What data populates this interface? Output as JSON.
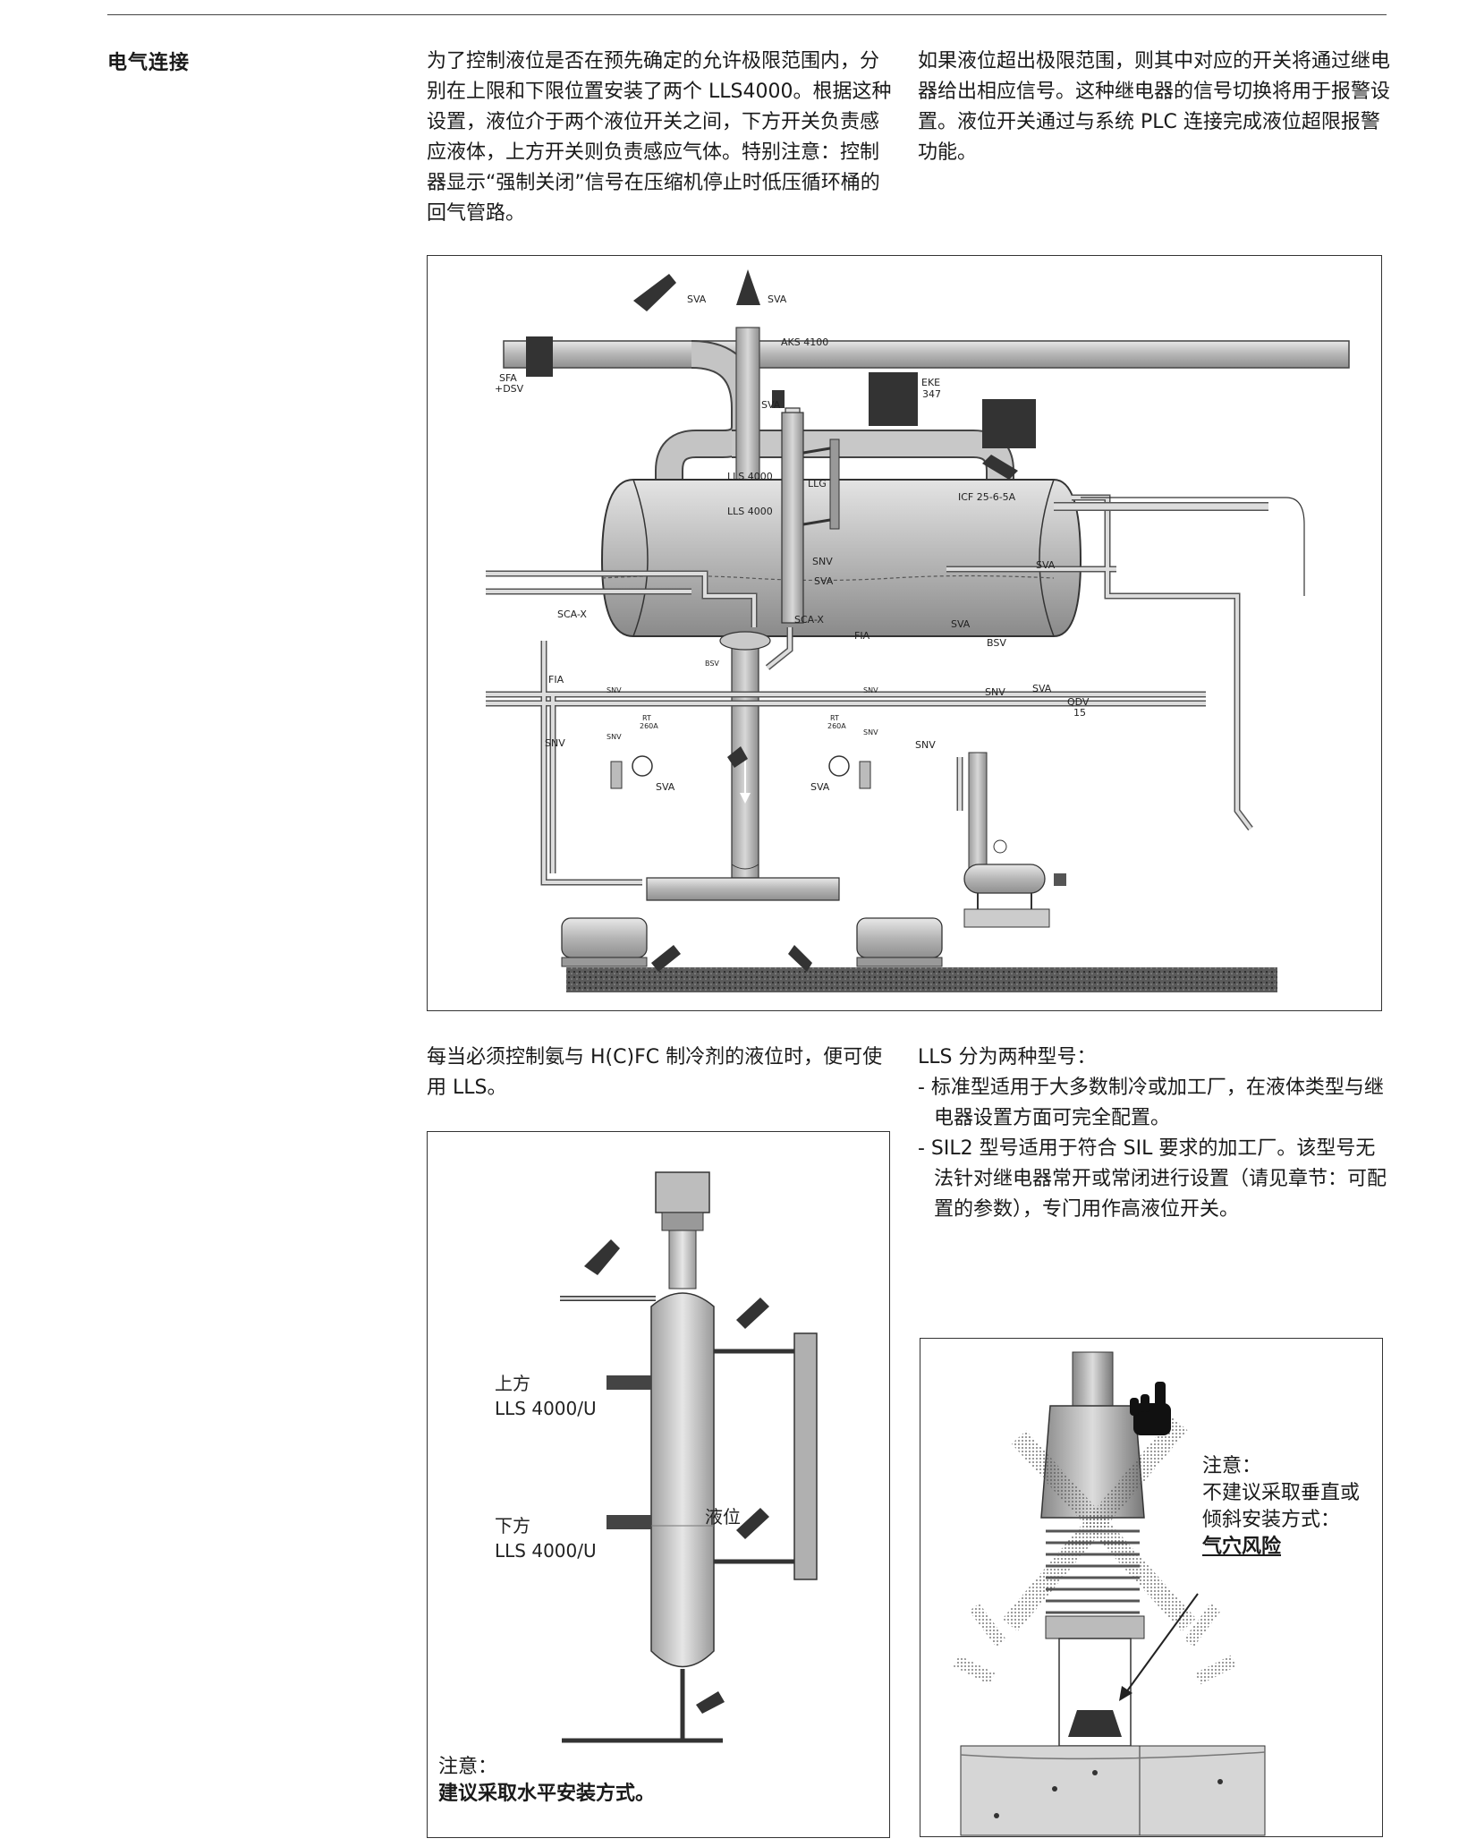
{
  "section_title": "电气连接",
  "paragraphs": {
    "p1": "为了控制液位是否在预先确定的允许极限范围内，分别在上限和下限位置安装了两个 LLS4000。根据这种设置，液位介于两个液位开关之间，下方开关负责感应液体，上方开关则负责感应气体。特别注意：控制器显示“强制关闭”信号在压缩机停止时低压循环桶的回气管路。",
    "p2": "如果液位超出极限范围，则其中对应的开关将通过继电器给出相应信号。这种继电器的信号切换将用于报警设置。液位开关通过与系统 PLC 连接完成液位超限报警功能。",
    "p3": "每当必须控制氨与 H(C)FC 制冷剂的液位时，便可使用 LLS。",
    "p4_intro": "LLS 分为两种型号：",
    "p4_bullet1": "- 标准型适用于大多数制冷或加工厂，在液体类型与继电器设置方面可完全配置。",
    "p4_bullet2": "- SIL2 型号适用于符合 SIL 要求的加工厂。该型号无法针对继电器常开或常闭进行设置（请见章节：可配置的参数），专门用作高液位开关。"
  },
  "diagram1": {
    "labels": {
      "sva_top_left": "SVA",
      "sva_top_right": "SVA",
      "aks": "AKS 4100",
      "sfa_line1": "SFA",
      "sfa_line2": "+DSV",
      "eke_line1": "EKE",
      "eke_line2": "347",
      "sva_tank": "SVA",
      "lls_upper": "LLS 4000",
      "lls_lower": "LLS 4000",
      "llg": "LLG",
      "icf": "ICF 25-6-5A",
      "snv_mid": "SNV",
      "sva_mid": "SVA",
      "sva_right_top": "SVA",
      "scax_left": "SCA-X",
      "scax_right": "SCA-X",
      "sva_right_mid": "SVA",
      "fia_right": "FIA",
      "bsv_right": "BSV",
      "bsv_mid": "BSV",
      "fia_left": "FIA",
      "snv_left_top": "SNV",
      "rt_left_line1": "RT",
      "rt_left_line2": "260A",
      "snv_left_bot": "SNV",
      "rt_right_line1": "RT",
      "rt_right_line2": "260A",
      "snv_right_top": "SNV",
      "snv_right_bot": "SNV",
      "snv_far_left": "SNV",
      "snv_far_right": "SNV",
      "snv_qdv": "SNV",
      "sva_qdv": "SVA",
      "qdv_line1": "QDV",
      "qdv_line2": "15",
      "sva_bottom_left": "SVA",
      "sva_bottom_right": "SVA"
    }
  },
  "diagram2": {
    "upper_line1": "上方",
    "upper_line2": "LLS 4000/U",
    "lower_line1": "下方",
    "lower_line2": "LLS 4000/U",
    "level": "液位",
    "note_title": "注意：",
    "note_text": "建议采取水平安装方式。"
  },
  "diagram3": {
    "note_title": "注意：",
    "note_line1": "不建议采取垂直或",
    "note_line2": "倾斜安装方式：",
    "note_risk": "气穴风险"
  }
}
